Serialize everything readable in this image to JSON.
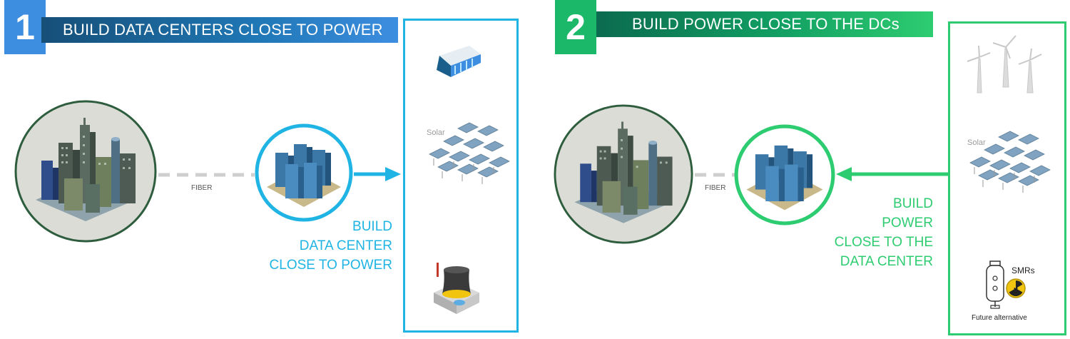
{
  "panels": [
    {
      "number": "1",
      "title": "BUILD DATA CENTERS CLOSE TO POWER",
      "link_label": "FIBER",
      "caption_lines": [
        "BUILD",
        "DATA CENTER",
        "CLOSE TO POWER"
      ],
      "solar_label": "Solar",
      "accent_color": "#1fb4e3",
      "badge_color": "#3d8ee0",
      "bar_color": "#1a5f8c"
    },
    {
      "number": "2",
      "title": "BUILD POWER CLOSE TO THE DCs",
      "link_label": "FIBER",
      "caption_lines": [
        "BUILD",
        "POWER",
        "CLOSE TO THE",
        "DATA CENTER"
      ],
      "solar_label": "Solar",
      "smr_label": "SMRs",
      "future_label": "Future alternative",
      "accent_color": "#2ecc71",
      "badge_color": "#1cb86a",
      "bar_color": "#0f8a5a"
    }
  ],
  "icons": [
    "city-icon",
    "data-center-icon",
    "hydro-dam-icon",
    "solar-panels-icon",
    "nuclear-plant-icon",
    "wind-turbines-icon",
    "smr-reactor-icon",
    "radiation-icon"
  ]
}
